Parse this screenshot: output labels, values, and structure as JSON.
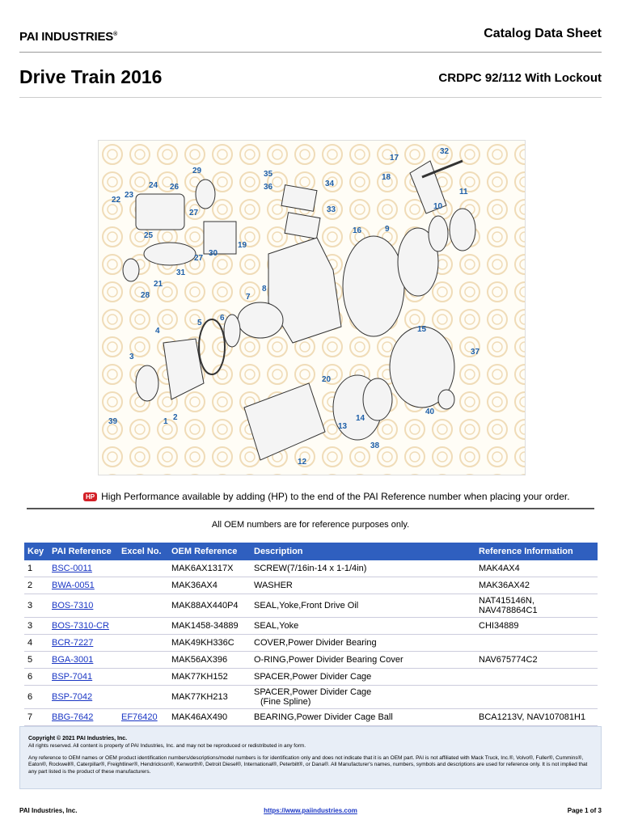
{
  "header": {
    "logo": "PAI INDUSTRIES",
    "logo_mark": "®",
    "doc_type": "Catalog Data Sheet",
    "title": "Drive Train 2016",
    "subtitle": "CRDPC 92/112 With Lockout"
  },
  "diagram": {
    "callouts": [
      "1",
      "2",
      "3",
      "4",
      "5",
      "6",
      "7",
      "8",
      "9",
      "10",
      "11",
      "12",
      "13",
      "14",
      "15",
      "16",
      "17",
      "18",
      "19",
      "20",
      "21",
      "22",
      "23",
      "24",
      "25",
      "26",
      "27",
      "27",
      "28",
      "29",
      "30",
      "31",
      "32",
      "33",
      "34",
      "35",
      "36",
      "37",
      "38",
      "39",
      "40"
    ]
  },
  "hp_note": {
    "badge": "HP",
    "text": "High Performance available by adding (HP) to the end of the PAI Reference number when placing your order."
  },
  "oem_note": "All OEM numbers are for reference purposes only.",
  "table": {
    "headers": [
      "Key",
      "PAI Reference",
      "Excel No.",
      "OEM Reference",
      "Description",
      "Reference Information"
    ],
    "rows": [
      {
        "key": "1",
        "pai": "BSC-0011",
        "excel": "",
        "oem": "MAK6AX1317X",
        "desc": "SCREW(7/16in-14 x 1-1/4in)",
        "desc2": "",
        "ref": "MAK4AX4"
      },
      {
        "key": "2",
        "pai": "BWA-0051",
        "excel": "",
        "oem": "MAK36AX4",
        "desc": "WASHER",
        "desc2": "",
        "ref": "MAK36AX42"
      },
      {
        "key": "3",
        "pai": "BOS-7310",
        "excel": "",
        "oem": "MAK88AX440P4",
        "desc": "SEAL,Yoke,Front Drive Oil",
        "desc2": "",
        "ref": "NAT415146N, NAV478864C1"
      },
      {
        "key": "3",
        "pai": "BOS-7310-CR",
        "excel": "",
        "oem": "MAK1458-34889",
        "desc": "SEAL,Yoke",
        "desc2": "",
        "ref": "CHI34889"
      },
      {
        "key": "4",
        "pai": "BCR-7227",
        "excel": "",
        "oem": "MAK49KH336C",
        "desc": "COVER,Power Divider Bearing",
        "desc2": "",
        "ref": ""
      },
      {
        "key": "5",
        "pai": "BGA-3001",
        "excel": "",
        "oem": "MAK56AX396",
        "desc": "O-RING,Power Divider Bearing Cover",
        "desc2": "",
        "ref": "NAV675774C2"
      },
      {
        "key": "6",
        "pai": "BSP-7041",
        "excel": "",
        "oem": "MAK77KH152",
        "desc": "SPACER,Power Divider Cage",
        "desc2": "",
        "ref": ""
      },
      {
        "key": "6",
        "pai": "BSP-7042",
        "excel": "",
        "oem": "MAK77KH213",
        "desc": "SPACER,Power Divider Cage",
        "desc2": "(Fine Spline)",
        "ref": ""
      },
      {
        "key": "7",
        "pai": "BBG-7642",
        "excel": "EF76420",
        "oem": "MAK46AX490",
        "desc": "BEARING,Power Divider Cage Ball",
        "desc2": "",
        "ref": "BCA1213V, NAV107081H1"
      }
    ]
  },
  "footer": {
    "copyright_title": "Copyright © 2021 PAI Industries, Inc.",
    "copyright_text": "All rights reserved. All content is property of PAI Industries, Inc. and may not be reproduced or redistributed in any form.",
    "disclaimer": "Any reference to OEM names or OEM product identification numbers/descriptions/model numbers is for identification only and does not indicate that it is an OEM part. PAI is not affiliated with Mack Truck, Inc.®, Volvo®, Fuller®, Cummins®, Eaton®, Rockwell®, Caterpillar®, Freightliner®, Hendrickson®, Kenworth®, Detroit Diesel®, International®, Peterbilt®, or Dana®. All Manufacturer's names, numbers, symbols and descriptions are used for reference only. It is not implied that any part listed is the product of these manufacturers.",
    "company": "PAI Industries, Inc.",
    "website": "https://www.paiindustries.com",
    "page": "Page 1 of 3"
  }
}
